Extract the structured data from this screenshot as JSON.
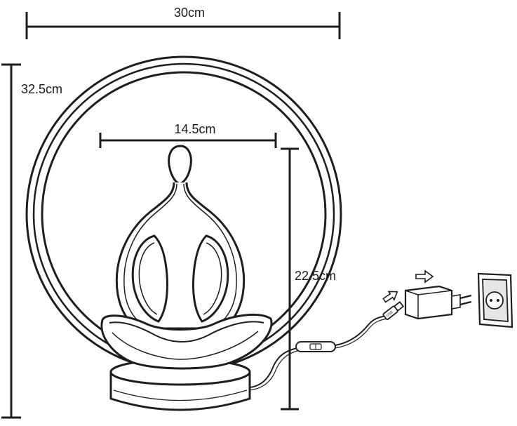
{
  "dimensions": {
    "overall_width": "30cm",
    "overall_height": "32.5cm",
    "figure_width": "14.5cm",
    "figure_height": "22.5cm"
  },
  "accessories": {
    "usb_plug_label": "USB"
  },
  "colors": {
    "line": "#1e1e1e",
    "fill": "#ffffff",
    "shade": "#e6e6e6"
  },
  "icons": [
    "usb-plug-icon",
    "power-adapter-icon",
    "wall-socket-icon",
    "arrow-right-icon",
    "inline-switch-icon"
  ]
}
